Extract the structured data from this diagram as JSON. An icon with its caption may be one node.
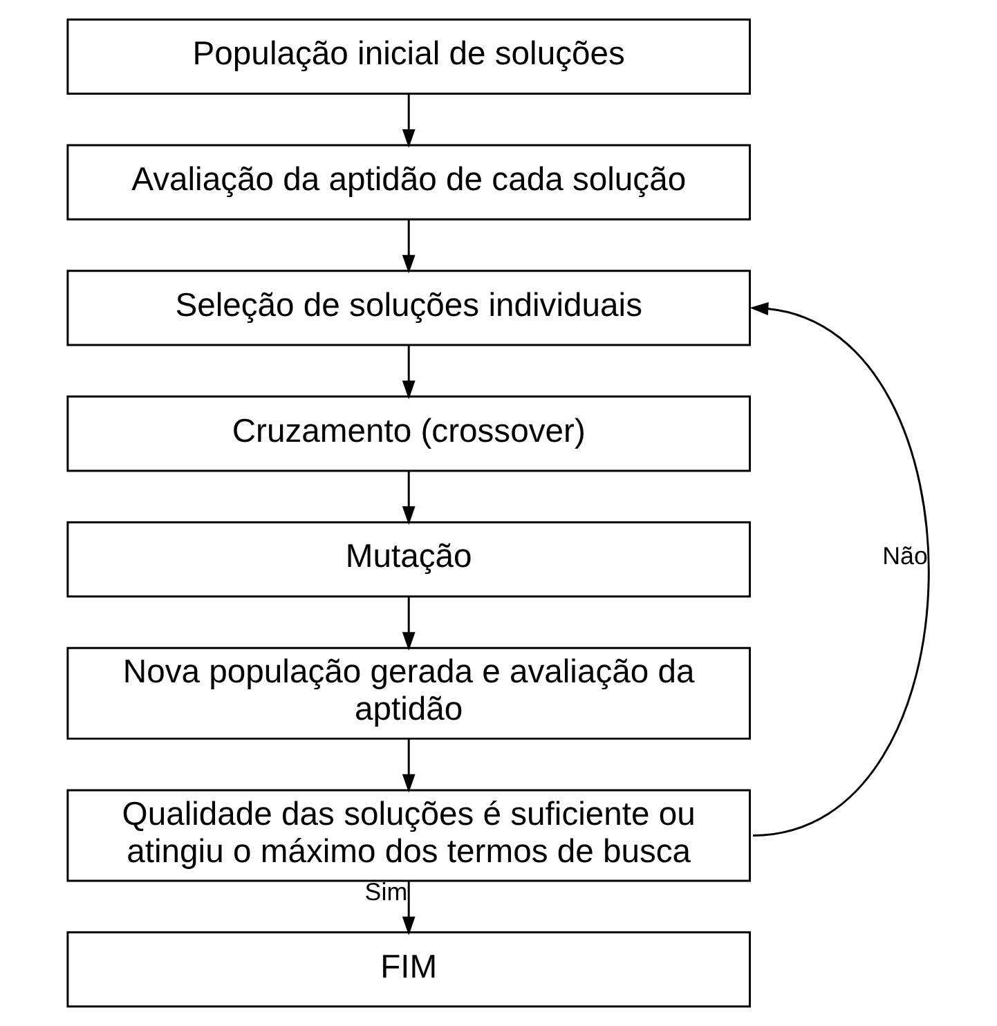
{
  "diagram": {
    "nodes": [
      {
        "text": [
          "População inicial de soluções"
        ]
      },
      {
        "text": [
          "Avaliação da aptidão de cada solução"
        ]
      },
      {
        "text": [
          "Seleção de soluções individuais"
        ]
      },
      {
        "text": [
          "Cruzamento (crossover)"
        ]
      },
      {
        "text": [
          "Mutação"
        ]
      },
      {
        "text": [
          "Nova população gerada e avaliação da aptidão"
        ]
      },
      {
        "text": [
          "Qualidade das soluções é suficiente ou atingiu o máximo dos termos de busca"
        ]
      },
      {
        "text": [
          "FIM"
        ]
      }
    ],
    "edges": [
      {
        "from": 0,
        "to": 1,
        "arrow": "to"
      },
      {
        "from": 1,
        "to": 2,
        "arrow": "to"
      },
      {
        "from": 2,
        "to": 3,
        "arrow": "to"
      },
      {
        "from": 3,
        "to": 4,
        "arrow": "to"
      },
      {
        "from": 4,
        "to": 5,
        "arrow": "to"
      },
      {
        "from": 5,
        "to": 6,
        "arrow": "to"
      },
      {
        "from": 6,
        "to": 2,
        "arrow": "to",
        "label": "Não"
      },
      {
        "from": 6,
        "to": 7,
        "arrow": "to",
        "label": "Sim"
      }
    ]
  }
}
